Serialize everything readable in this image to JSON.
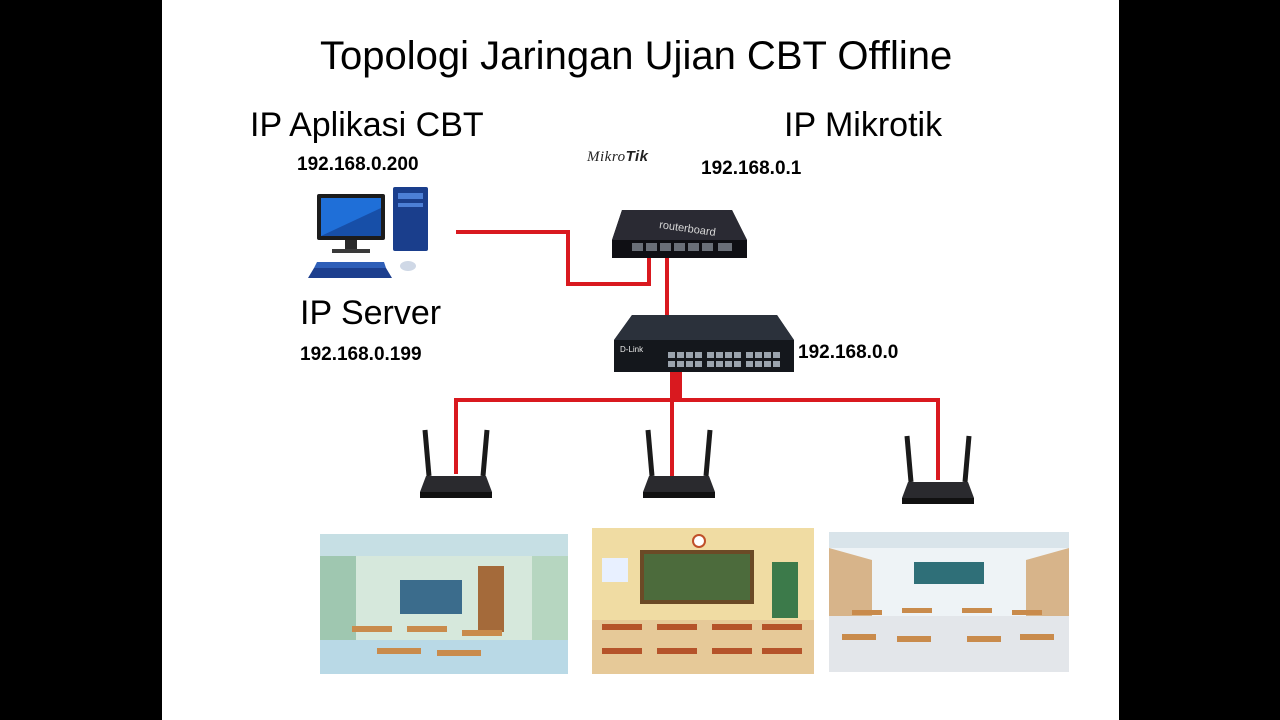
{
  "diagram": {
    "title": "Topologi Jaringan Ujian CBT Offline",
    "labels": {
      "app_ip_title": "IP Aplikasi CBT",
      "app_ip_value": "192.168.0.200",
      "mikrotik_ip_title": "IP Mikrotik",
      "mikrotik_ip_value": "192.168.0.1",
      "server_ip_title": "IP Server",
      "server_ip_value": "192.168.0.199",
      "switch_ip_value": "192.168.0.0"
    },
    "logo": {
      "brand_a": "Mikro",
      "brand_b": "Tik"
    },
    "devices": {
      "router_label": "routerboard",
      "switch_brand": "D-Link"
    },
    "colors": {
      "cable": "#d9191f",
      "background": "#ffffff",
      "letterbox": "#000000"
    },
    "icons": [
      "desktop-computer-icon",
      "mikrotik-router-icon",
      "network-switch-icon",
      "wifi-router-icon",
      "classroom-image"
    ]
  }
}
